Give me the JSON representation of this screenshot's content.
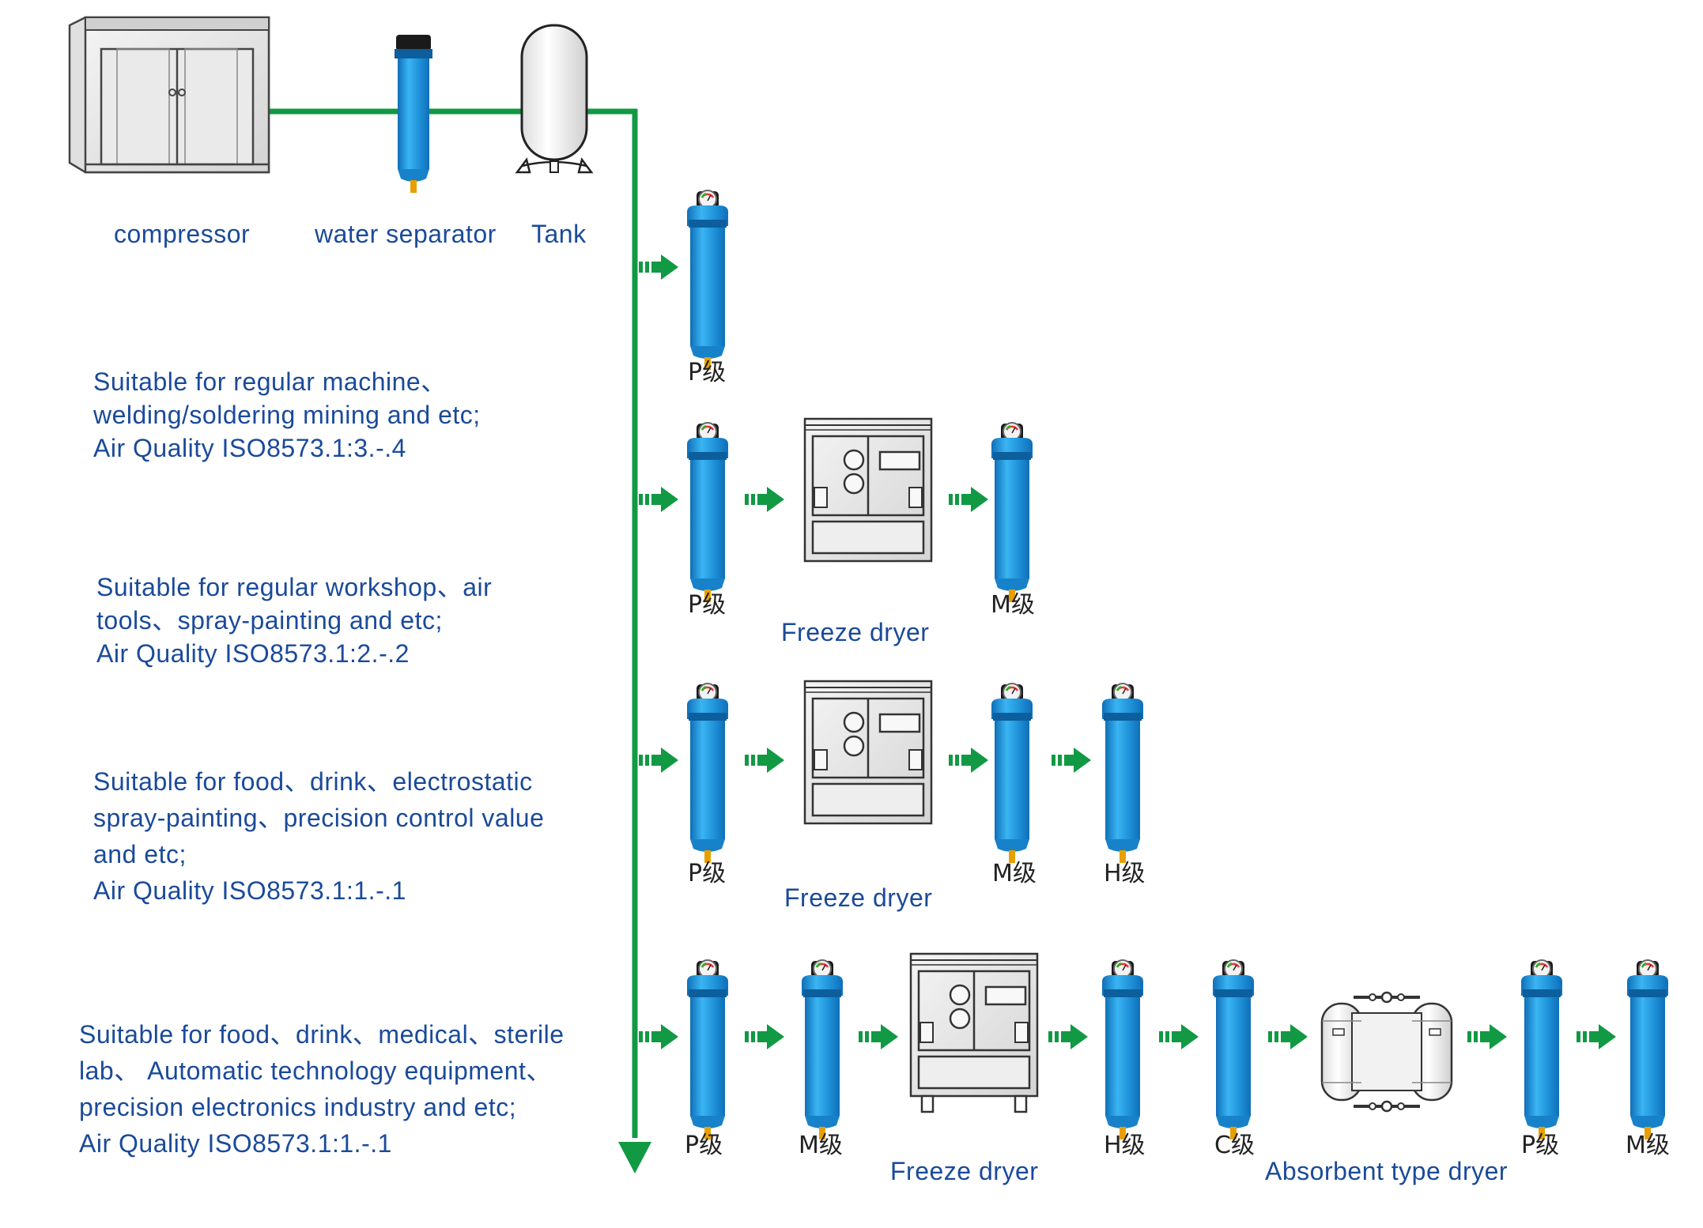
{
  "colors": {
    "pipe": "#119944",
    "filter_body": "#2aa3e8",
    "filter_dark": "#0f6fb8",
    "label_text": "#1a4a9a",
    "grade_text": "#222222"
  },
  "top": {
    "compressor_label": "compressor",
    "separator_label": "water separator",
    "tank_label": "Tank"
  },
  "descriptions": [
    {
      "lines": [
        "Suitable for regular machine、",
        "welding/soldering mining and etc;",
        "Air Quality ISO8573.1:3.-.4"
      ]
    },
    {
      "lines": [
        "Suitable for regular workshop、air",
        "tools、spray-painting  and  etc;",
        "Air Quality ISO8573.1:2.-.2"
      ]
    },
    {
      "lines": [
        "Suitable for food、drink、electrostatic",
        "spray-painting、precision control value",
        "and etc;",
        "Air Quality ISO8573.1:1.-.1"
      ]
    },
    {
      "lines": [
        "Suitable for food、drink、medical、sterile",
        "lab、 Automatic technology equipment、",
        "precision electronics industry and etc;",
        "Air Quality ISO8573.1:1.-.1"
      ]
    }
  ],
  "rows": [
    {
      "grades": [
        "P级"
      ]
    },
    {
      "grades": [
        "P级",
        "M级"
      ],
      "dryer_label": "Freeze dryer"
    },
    {
      "grades": [
        "P级",
        "M级",
        "H级"
      ],
      "dryer_label": "Freeze dryer"
    },
    {
      "grades": [
        "P级",
        "M级",
        "H级",
        "C级",
        "P级",
        "M级"
      ],
      "dryer_label": "Freeze dryer",
      "absorbent_label": "Absorbent type dryer"
    }
  ]
}
